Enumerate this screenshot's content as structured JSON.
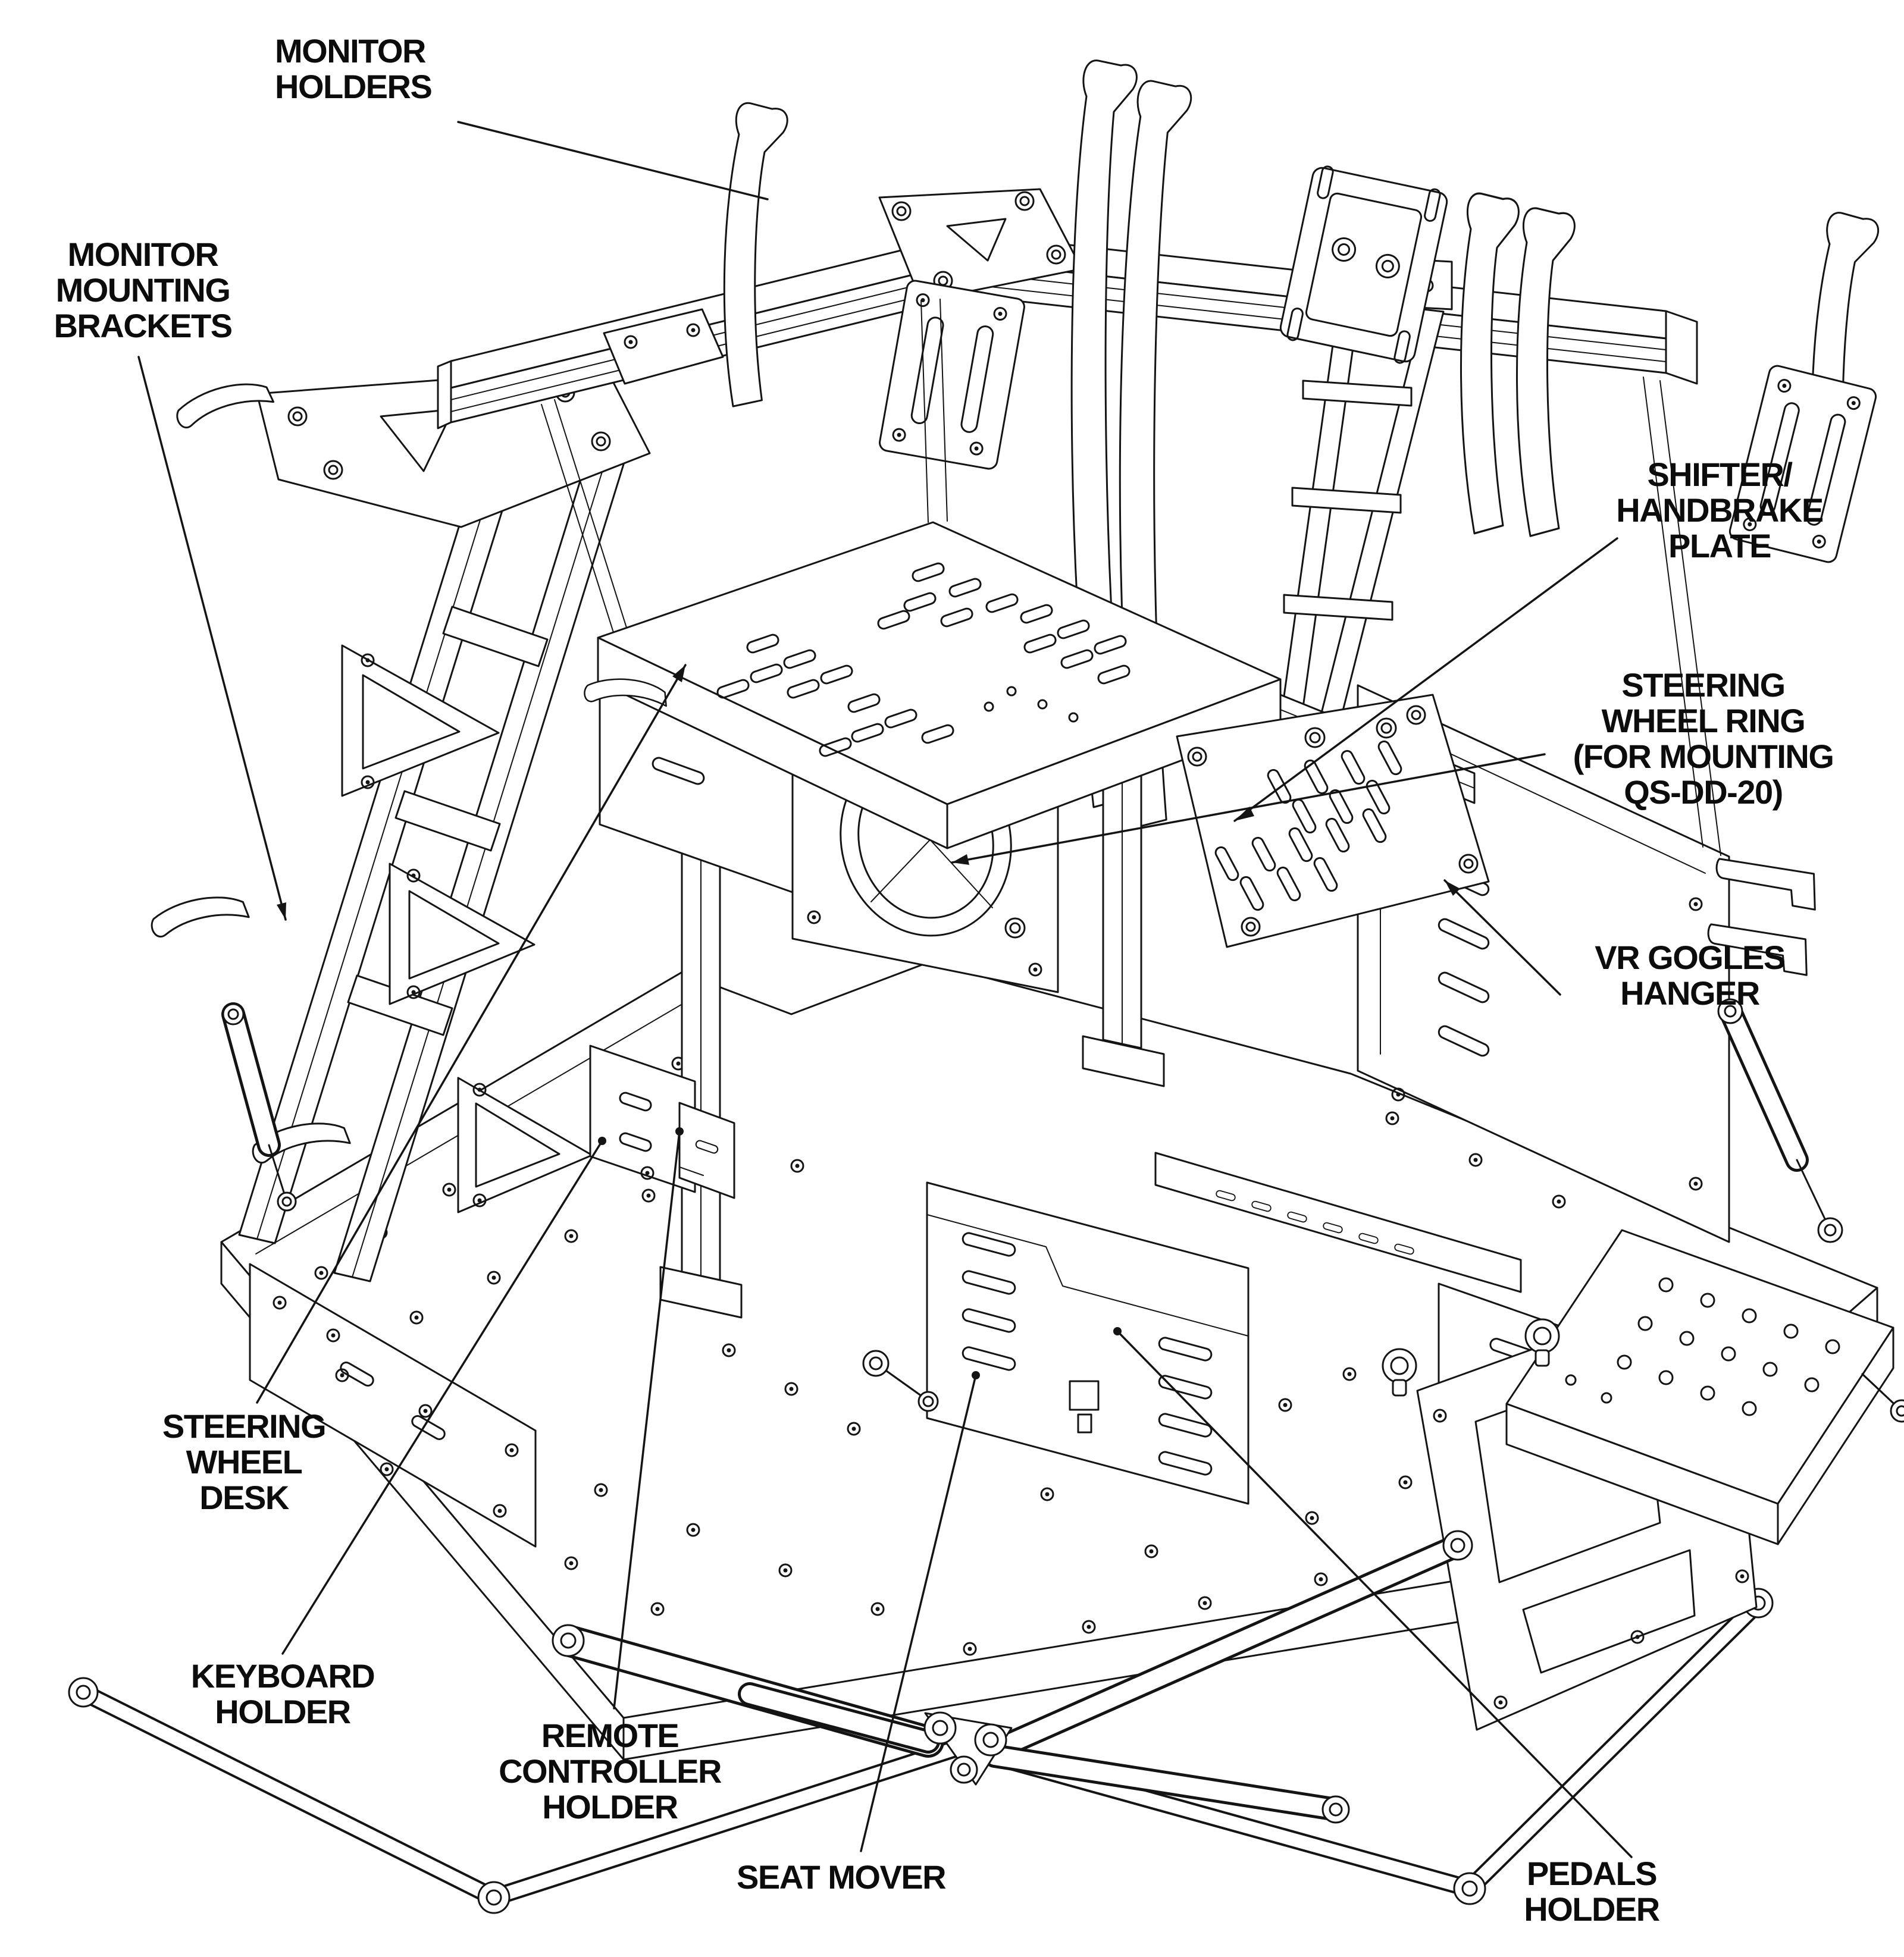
{
  "diagram": {
    "background": "#ffffff",
    "ink": "#141414",
    "labels": [
      {
        "id": "monitor-holders",
        "text": "MONITOR\nHOLDERS"
      },
      {
        "id": "monitor-mounting-brackets",
        "text": "MONITOR\nMOUNTING\nBRACKETS"
      },
      {
        "id": "shifter-handbrake-plate",
        "text": "SHIFTER/\nHANDBRAKE\nPLATE"
      },
      {
        "id": "steering-wheel-ring",
        "text": "STEERING\nWHEEL RING\n(FOR MOUNTING\nQS-DD-20)"
      },
      {
        "id": "vr-gogles-hanger",
        "text": "VR GOGLES\nHANGER"
      },
      {
        "id": "steering-wheel-desk",
        "text": "STEERING\nWHEEL\nDESK"
      },
      {
        "id": "keyboard-holder",
        "text": "KEYBOARD\nHOLDER"
      },
      {
        "id": "remote-controller-holder",
        "text": "REMOTE\nCONTROLLER\nHOLDER"
      },
      {
        "id": "seat-mover",
        "text": "SEAT MOVER"
      },
      {
        "id": "pedals-holder",
        "text": "PEDALS\nHOLDER"
      }
    ]
  }
}
